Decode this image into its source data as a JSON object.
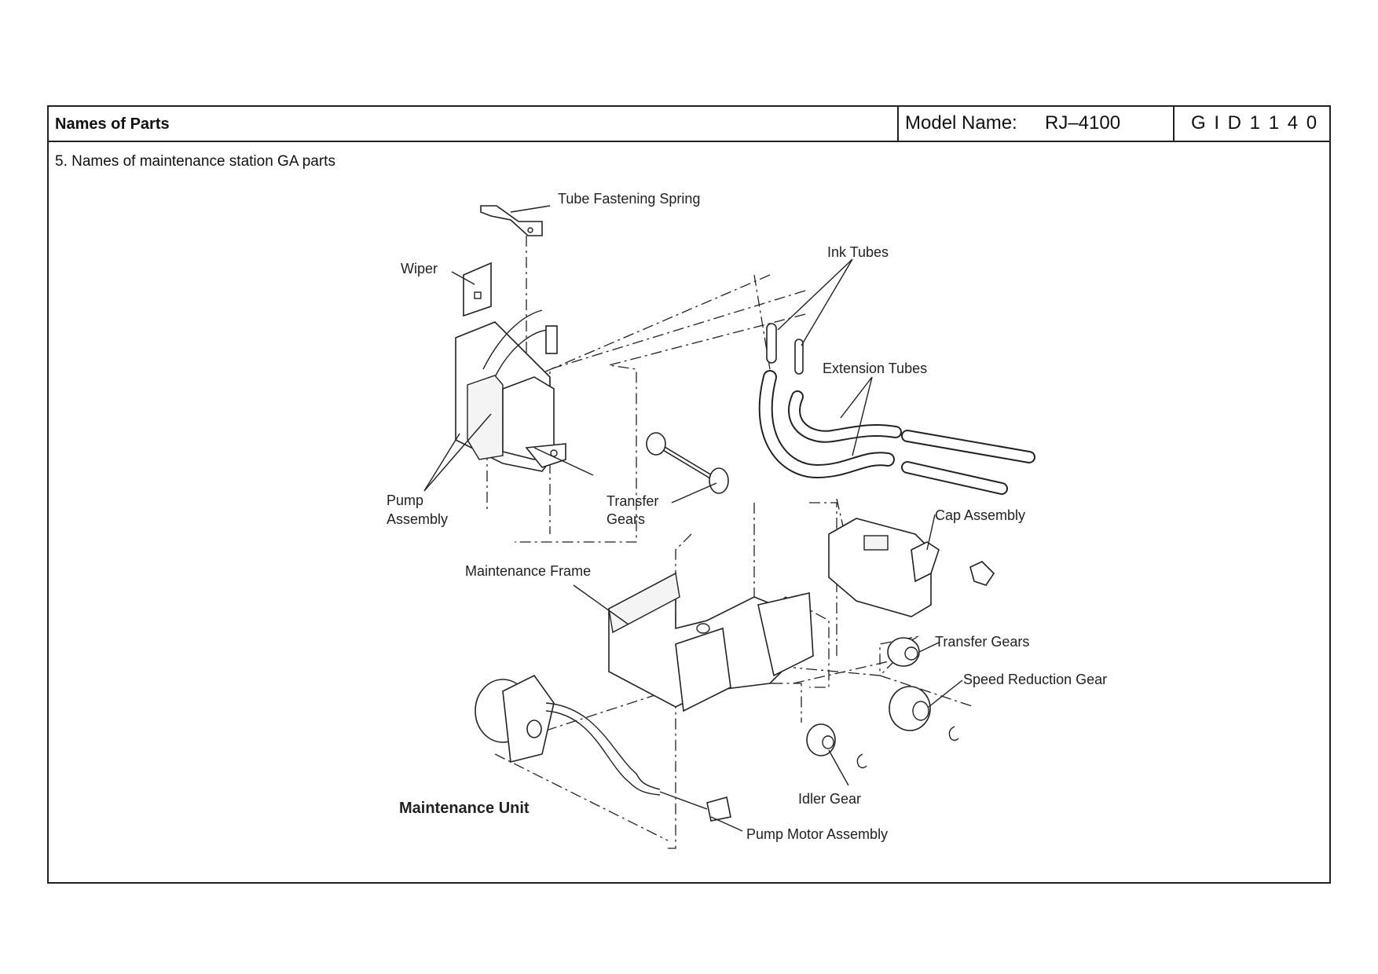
{
  "header": {
    "section_title": "Names of Parts",
    "model_label": "Model Name:",
    "model_value": "RJ–4100",
    "doc_id": "G I D 1 1 4 0"
  },
  "page": {
    "subtitle": "5. Names of maintenance station GA parts"
  },
  "diagram": {
    "labels": {
      "tube_fastening_spring": "Tube Fastening Spring",
      "wiper": "Wiper",
      "ink_tubes": "Ink Tubes",
      "extension_tubes": "Extension Tubes",
      "pump_assembly_1": "Pump",
      "pump_assembly_2": "Assembly",
      "transfer_gears_top_1": "Transfer",
      "transfer_gears_top_2": "Gears",
      "cap_assembly": "Cap Assembly",
      "maintenance_frame": "Maintenance Frame",
      "transfer_gears_right": "Transfer Gears",
      "speed_reduction_gear": "Speed Reduction Gear",
      "idler_gear": "Idler Gear",
      "maintenance_unit": "Maintenance Unit",
      "pump_motor_assembly": "Pump Motor Assembly"
    }
  }
}
